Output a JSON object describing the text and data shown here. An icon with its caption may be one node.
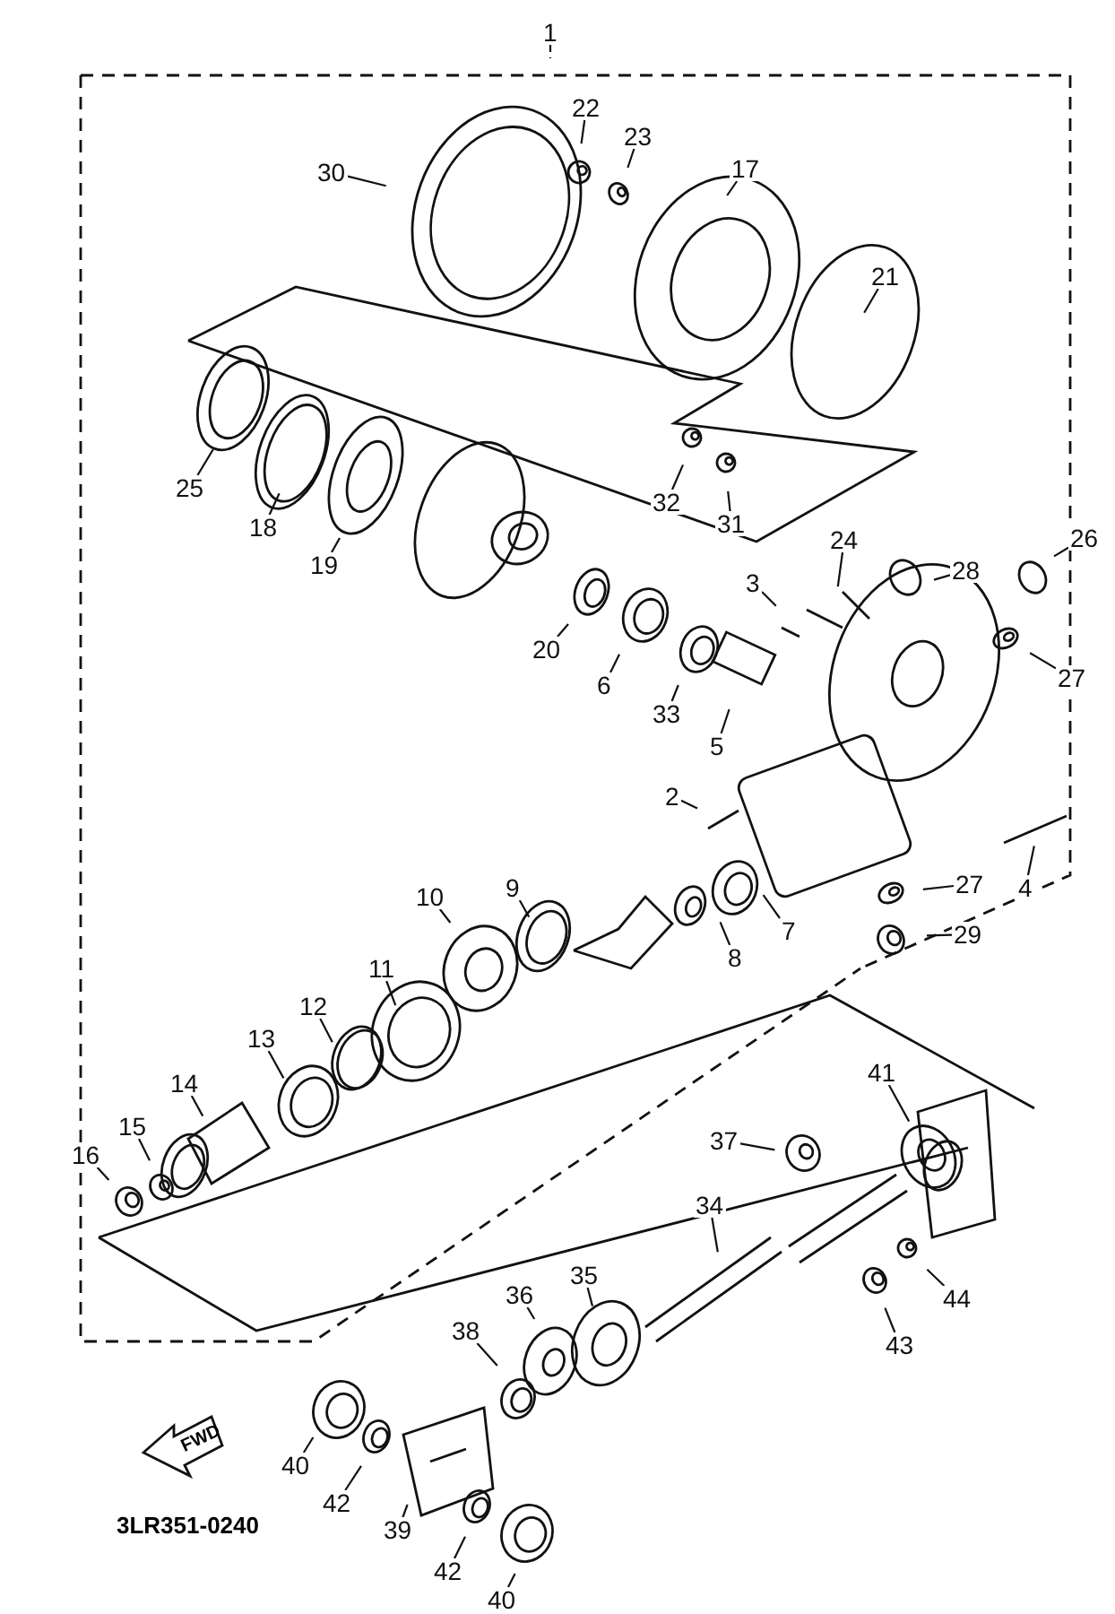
{
  "diagram": {
    "nodes": [
      {
        "text": [
          "1"
        ]
      },
      {
        "text": [
          "30"
        ]
      },
      {
        "text": [
          "22"
        ]
      },
      {
        "text": [
          "23"
        ]
      },
      {
        "text": [
          "17"
        ]
      },
      {
        "text": [
          "21"
        ]
      },
      {
        "text": [
          "25"
        ]
      },
      {
        "text": [
          "18"
        ]
      },
      {
        "text": [
          "19"
        ]
      },
      {
        "text": [
          "32"
        ]
      },
      {
        "text": [
          "31"
        ]
      },
      {
        "text": [
          "24"
        ]
      },
      {
        "text": [
          "28"
        ]
      },
      {
        "text": [
          "26"
        ]
      },
      {
        "text": [
          "27"
        ]
      },
      {
        "text": [
          "3"
        ]
      },
      {
        "text": [
          "20"
        ]
      },
      {
        "text": [
          "6"
        ]
      },
      {
        "text": [
          "33"
        ]
      },
      {
        "text": [
          "5"
        ]
      },
      {
        "text": [
          "2"
        ]
      },
      {
        "text": [
          "4"
        ]
      },
      {
        "text": [
          "27"
        ]
      },
      {
        "text": [
          "29"
        ]
      },
      {
        "text": [
          "7"
        ]
      },
      {
        "text": [
          "8"
        ]
      },
      {
        "text": [
          "9"
        ]
      },
      {
        "text": [
          "10"
        ]
      },
      {
        "text": [
          "11"
        ]
      },
      {
        "text": [
          "12"
        ]
      },
      {
        "text": [
          "13"
        ]
      },
      {
        "text": [
          "14"
        ]
      },
      {
        "text": [
          "15"
        ]
      },
      {
        "text": [
          "16"
        ]
      },
      {
        "text": [
          "37"
        ]
      },
      {
        "text": [
          "41"
        ]
      },
      {
        "text": [
          "34"
        ]
      },
      {
        "text": [
          "44"
        ]
      },
      {
        "text": [
          "43"
        ]
      },
      {
        "text": [
          "35"
        ]
      },
      {
        "text": [
          "36"
        ]
      },
      {
        "text": [
          "38"
        ]
      },
      {
        "text": [
          "40"
        ]
      },
      {
        "text": [
          "42"
        ]
      },
      {
        "text": [
          "39"
        ]
      },
      {
        "text": [
          "42"
        ]
      },
      {
        "text": [
          "40"
        ]
      }
    ],
    "edges": [
      {
        "from": 0,
        "to": null,
        "arrow": "none",
        "style": "dashed"
      },
      {
        "from": 1,
        "to": null,
        "arrow": "none"
      },
      {
        "from": 2,
        "to": null,
        "arrow": "none"
      },
      {
        "from": 3,
        "to": null,
        "arrow": "none"
      },
      {
        "from": 4,
        "to": null,
        "arrow": "none"
      },
      {
        "from": 5,
        "to": null,
        "arrow": "none"
      },
      {
        "from": 6,
        "to": null,
        "arrow": "none"
      },
      {
        "from": 7,
        "to": null,
        "arrow": "none"
      },
      {
        "from": 8,
        "to": null,
        "arrow": "none"
      },
      {
        "from": 9,
        "to": null,
        "arrow": "none"
      },
      {
        "from": 10,
        "to": null,
        "arrow": "none"
      },
      {
        "from": 11,
        "to": null,
        "arrow": "none"
      },
      {
        "from": 12,
        "to": null,
        "arrow": "none"
      },
      {
        "from": 13,
        "to": null,
        "arrow": "none"
      },
      {
        "from": 14,
        "to": null,
        "arrow": "none"
      },
      {
        "from": 15,
        "to": null,
        "arrow": "none"
      },
      {
        "from": 16,
        "to": null,
        "arrow": "none"
      },
      {
        "from": 17,
        "to": null,
        "arrow": "none"
      },
      {
        "from": 18,
        "to": null,
        "arrow": "none"
      },
      {
        "from": 19,
        "to": null,
        "arrow": "none"
      },
      {
        "from": 20,
        "to": null,
        "arrow": "none"
      },
      {
        "from": 21,
        "to": null,
        "arrow": "none"
      },
      {
        "from": 22,
        "to": null,
        "arrow": "none"
      },
      {
        "from": 23,
        "to": null,
        "arrow": "none"
      },
      {
        "from": 24,
        "to": null,
        "arrow": "none"
      },
      {
        "from": 25,
        "to": null,
        "arrow": "none"
      },
      {
        "from": 26,
        "to": null,
        "arrow": "none"
      },
      {
        "from": 27,
        "to": null,
        "arrow": "none"
      },
      {
        "from": 28,
        "to": null,
        "arrow": "none"
      },
      {
        "from": 29,
        "to": null,
        "arrow": "none"
      },
      {
        "from": 30,
        "to": null,
        "arrow": "none"
      },
      {
        "from": 31,
        "to": null,
        "arrow": "none"
      },
      {
        "from": 32,
        "to": null,
        "arrow": "none"
      },
      {
        "from": 33,
        "to": null,
        "arrow": "none"
      },
      {
        "from": 34,
        "to": null,
        "arrow": "none"
      },
      {
        "from": 35,
        "to": null,
        "arrow": "none"
      },
      {
        "from": 36,
        "to": null,
        "arrow": "none"
      },
      {
        "from": 37,
        "to": null,
        "arrow": "none"
      },
      {
        "from": 38,
        "to": null,
        "arrow": "none"
      },
      {
        "from": 39,
        "to": null,
        "arrow": "none"
      },
      {
        "from": 40,
        "to": null,
        "arrow": "none"
      },
      {
        "from": 41,
        "to": null,
        "arrow": "none"
      },
      {
        "from": 42,
        "to": null,
        "arrow": "none"
      },
      {
        "from": 43,
        "to": null,
        "arrow": "none"
      },
      {
        "from": 44,
        "to": null,
        "arrow": "none"
      },
      {
        "from": 45,
        "to": null,
        "arrow": "none"
      },
      {
        "from": 46,
        "to": null,
        "arrow": "none"
      }
    ],
    "labels": [
      "FWD",
      "3LR351-0240"
    ]
  }
}
